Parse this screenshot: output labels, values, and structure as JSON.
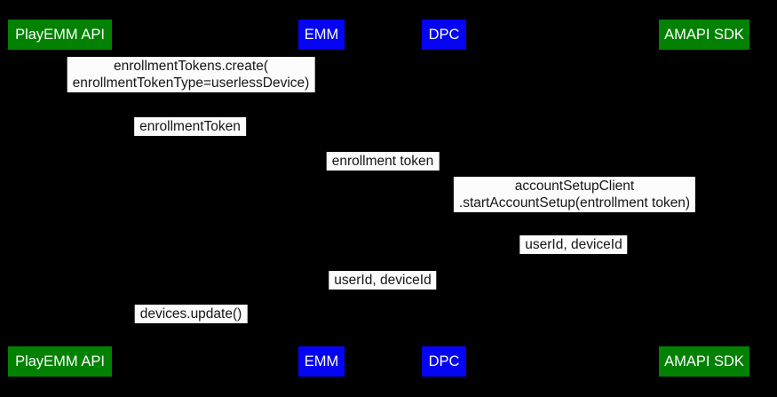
{
  "diagram": {
    "type": "sequence-diagram",
    "background_color": "#000000",
    "actor_green": "#028102",
    "actor_blue": "#0404f2",
    "actor_text_color": "#ffffff",
    "message_bg_color": "#fcfcfc",
    "message_text_color": "#161616"
  },
  "actors": [
    {
      "label": "PlayEMM API",
      "color": "#028102"
    },
    {
      "label": "EMM",
      "color": "#0404f2"
    },
    {
      "label": "DPC",
      "color": "#0404f2"
    },
    {
      "label": "AMAPI SDK",
      "color": "#028102"
    }
  ],
  "messages": [
    {
      "lines": [
        "enrollmentTokens.create(",
        "enrollmentTokenType=userlessDevice)"
      ]
    },
    {
      "lines": [
        "enrollmentToken"
      ]
    },
    {
      "lines": [
        "enrollment token"
      ]
    },
    {
      "lines": [
        "accountSetupClient",
        ".startAccountSetup(entrollment token)"
      ]
    },
    {
      "lines": [
        "userId, deviceId"
      ]
    },
    {
      "lines": [
        "userId, deviceId"
      ]
    },
    {
      "lines": [
        "devices.update()"
      ]
    }
  ]
}
